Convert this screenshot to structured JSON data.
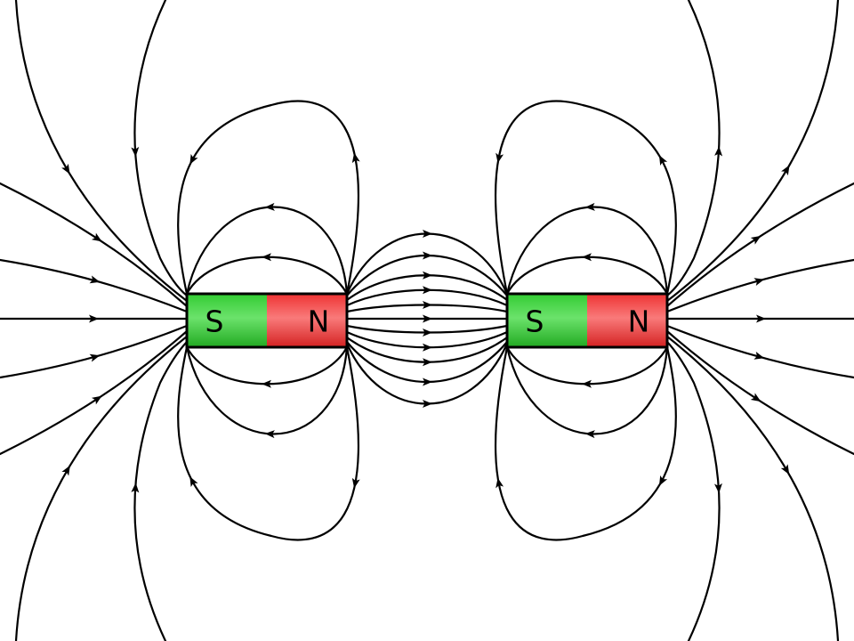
{
  "colors": {
    "background": "#ffffff",
    "line": "#000000",
    "south_pole": "#33cc33",
    "north_pole": "#ee3333"
  },
  "magnets": [
    {
      "south_label": "S",
      "north_label": "N"
    },
    {
      "south_label": "S",
      "north_label": "N"
    }
  ]
}
